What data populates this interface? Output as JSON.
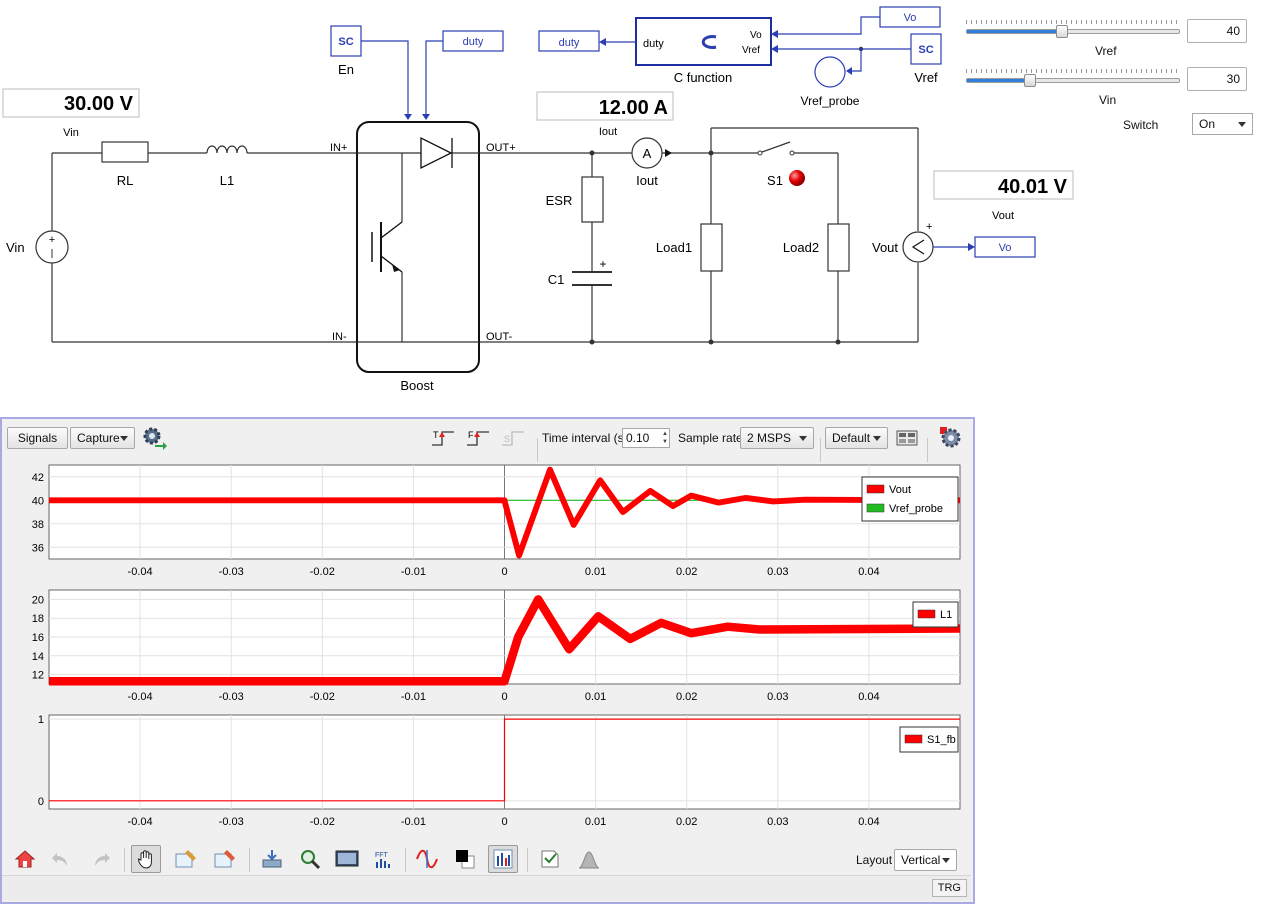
{
  "schematic": {
    "components": {
      "vin_source": "Vin",
      "rl": "RL",
      "l1": "L1",
      "boost": "Boost",
      "esr": "ESR",
      "c1": "C1",
      "iout_meter_symbol": "A",
      "iout_meter": "Iout",
      "s1": "S1",
      "load1": "Load1",
      "load2": "Load2",
      "vout_meter": "Vout",
      "en_block": "SC",
      "en_label": "En",
      "vref_block": "SC",
      "vref_label": "Vref",
      "cfunc_title": "C function",
      "cfunc_in_duty": "duty",
      "cfunc_in_vo": "Vo",
      "cfunc_in_vref": "Vref",
      "vref_probe": "Vref_probe",
      "goto_duty_top": "duty",
      "goto_duty_cf": "duty",
      "goto_vo_top": "Vo",
      "goto_vo_right": "Vo",
      "boost_in_plus": "IN+",
      "boost_in_minus": "IN-",
      "boost_out_plus": "OUT+",
      "boost_out_minus": "OUT-",
      "plus_sign": "+"
    },
    "displays": [
      {
        "id": "vin",
        "value": "30.00 V",
        "label": "Vin"
      },
      {
        "id": "iout",
        "value": "12.00 A",
        "label": "Iout"
      },
      {
        "id": "vout",
        "value": "40.01 V",
        "label": "Vout"
      }
    ]
  },
  "controls": {
    "vref_slider": {
      "label": "Vref",
      "value": "40",
      "fraction": 0.45
    },
    "vin_slider": {
      "label": "Vin",
      "value": "30",
      "fraction": 0.3
    },
    "switch": {
      "label": "Switch",
      "value": "On"
    }
  },
  "scope": {
    "toolbar": {
      "signals": "Signals",
      "capture": "Capture",
      "time_interval_label": "Time interval (s)",
      "time_interval_value": "0.10",
      "sample_rate_label": "Sample rate",
      "sample_rate_value": "2 MSPS",
      "preset": "Default",
      "trigger_rise_text": "T",
      "trigger_fall_text": "F",
      "trigger_single_text": "S"
    },
    "bottom": {
      "layout_label": "Layout",
      "layout_value": "Vertical",
      "fft_text": "FFT",
      "trg": "TRG"
    },
    "colors": {
      "vout": "#ff0000",
      "vref_probe": "#22bb22",
      "l1": "#ff0000",
      "s1_fb": "#ff0000",
      "accent": "#2f7fd8"
    }
  },
  "chart_data": [
    {
      "type": "line",
      "title": "",
      "xlim": [
        -0.05,
        0.05
      ],
      "ylim": [
        35,
        43
      ],
      "xticks": [
        -0.04,
        -0.03,
        -0.02,
        -0.01,
        0,
        0.01,
        0.02,
        0.03,
        0.04
      ],
      "xtick_labels": [
        "-0.04",
        "-0.03",
        "-0.02",
        "-0.01",
        "0",
        "0.01",
        "0.02",
        "0.03",
        "0.04"
      ],
      "yticks": [
        36,
        38,
        40,
        42
      ],
      "ytick_labels": [
        "36",
        "38",
        "40",
        "42"
      ],
      "legend": "top-right",
      "grid": true,
      "series": [
        {
          "name": "Vout",
          "x": [
            -0.05,
            0,
            5e-05,
            0.0016,
            0.005,
            0.0076,
            0.0105,
            0.013,
            0.016,
            0.0185,
            0.0205,
            0.0235,
            0.0265,
            0.0295,
            0.033,
            0.05
          ],
          "y": [
            40,
            40,
            39.8,
            35.3,
            42.6,
            37.9,
            41.7,
            39.0,
            40.8,
            39.5,
            40.4,
            39.8,
            40.2,
            39.9,
            40.05,
            40
          ],
          "ripple": 0.25
        },
        {
          "name": "Vref_probe",
          "x": [
            -0.05,
            0.05
          ],
          "y": [
            40,
            40
          ]
        }
      ]
    },
    {
      "type": "line",
      "title": "",
      "xlim": [
        -0.05,
        0.05
      ],
      "ylim": [
        11,
        21
      ],
      "xticks": [
        -0.04,
        -0.03,
        -0.02,
        -0.01,
        0,
        0.01,
        0.02,
        0.03,
        0.04
      ],
      "xtick_labels": [
        "-0.04",
        "-0.03",
        "-0.02",
        "-0.01",
        "0",
        "0.01",
        "0.02",
        "0.03",
        "0.04"
      ],
      "yticks": [
        12,
        14,
        16,
        18,
        20
      ],
      "ytick_labels": [
        "12",
        "14",
        "16",
        "18",
        "20"
      ],
      "legend": "top-right",
      "grid": true,
      "series": [
        {
          "name": "L1",
          "x": [
            -0.05,
            0,
            0.0015,
            0.0037,
            0.0071,
            0.0103,
            0.0138,
            0.0172,
            0.0205,
            0.0245,
            0.028,
            0.05
          ],
          "y": [
            11.3,
            11.3,
            16.0,
            20.0,
            14.7,
            18.2,
            15.8,
            17.5,
            16.4,
            17.1,
            16.8,
            16.9
          ],
          "ripple": 0.45
        }
      ]
    },
    {
      "type": "line",
      "title": "",
      "xlim": [
        -0.05,
        0.05
      ],
      "ylim": [
        -0.1,
        1.05
      ],
      "xticks": [
        -0.04,
        -0.03,
        -0.02,
        -0.01,
        0,
        0.01,
        0.02,
        0.03,
        0.04
      ],
      "xtick_labels": [
        "-0.04",
        "-0.03",
        "-0.02",
        "-0.01",
        "0",
        "0.01",
        "0.02",
        "0.03",
        "0.04"
      ],
      "yticks": [
        0,
        1
      ],
      "ytick_labels": [
        "0",
        "1"
      ],
      "legend": "top-right",
      "grid": true,
      "series": [
        {
          "name": "S1_fb",
          "x": [
            -0.05,
            0,
            0,
            0.05
          ],
          "y": [
            0,
            0,
            1,
            1
          ]
        }
      ]
    }
  ]
}
